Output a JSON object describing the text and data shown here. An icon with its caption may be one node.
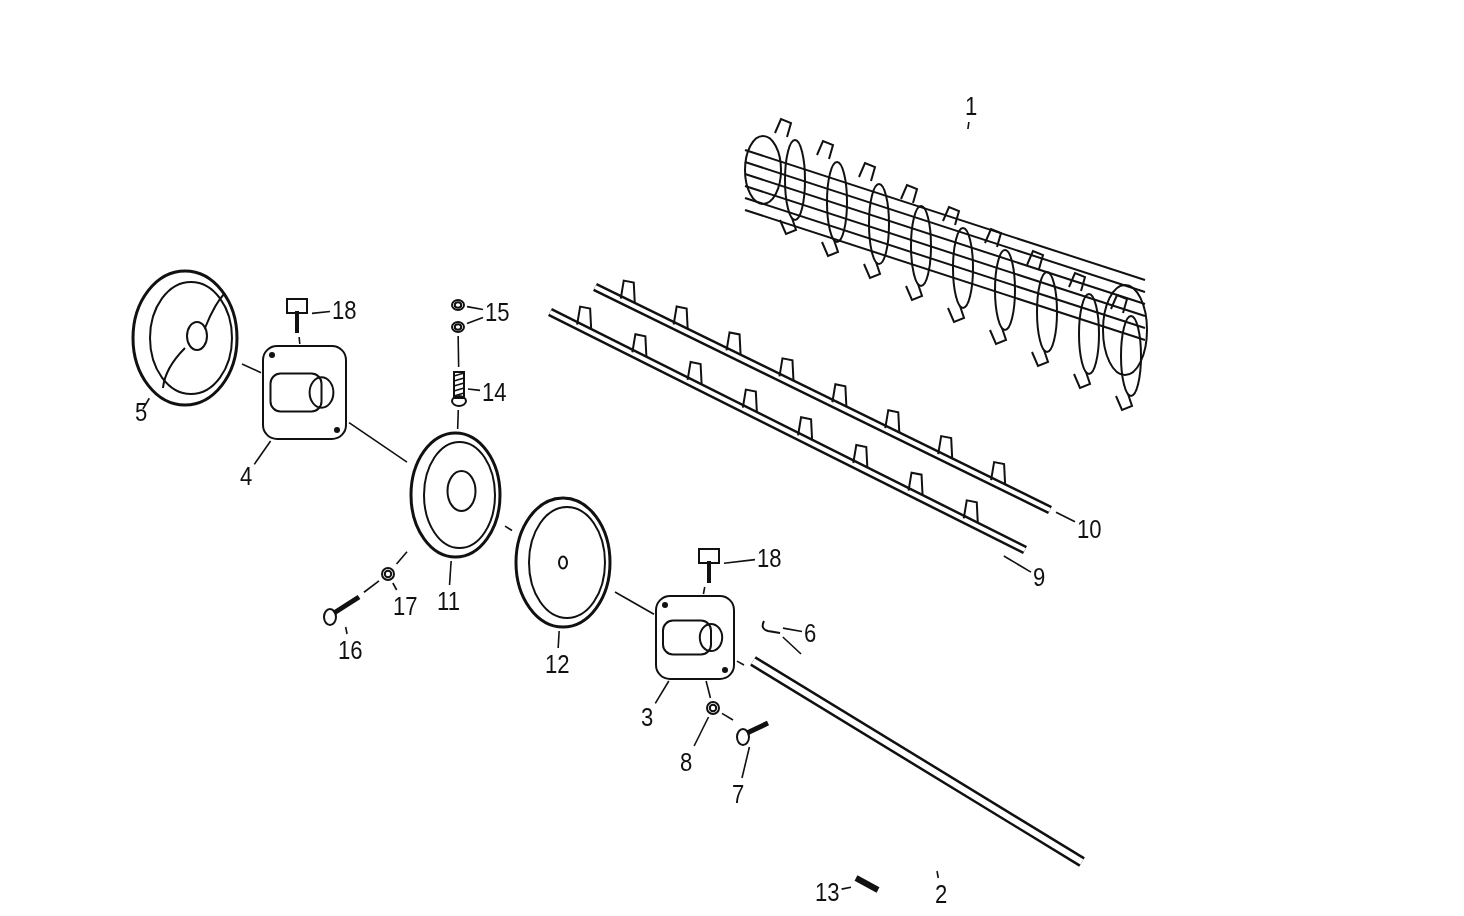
{
  "diagram": {
    "nodes": [
      {
        "text": [
          "1"
        ]
      },
      {
        "text": [
          "18"
        ]
      },
      {
        "text": [
          "15"
        ]
      },
      {
        "text": [
          "14"
        ]
      },
      {
        "text": [
          "5"
        ]
      },
      {
        "text": [
          "4"
        ]
      },
      {
        "text": [
          "10"
        ]
      },
      {
        "text": [
          "11"
        ]
      },
      {
        "text": [
          "17"
        ]
      },
      {
        "text": [
          "16"
        ]
      },
      {
        "text": [
          "18"
        ]
      },
      {
        "text": [
          "9"
        ]
      },
      {
        "text": [
          "6"
        ]
      },
      {
        "text": [
          "12"
        ]
      },
      {
        "text": [
          "3"
        ]
      },
      {
        "text": [
          "8"
        ]
      },
      {
        "text": [
          "7"
        ]
      },
      {
        "text": [
          "13"
        ]
      },
      {
        "text": [
          "2"
        ]
      },
      {
        "text": [],
        "shape": "picture"
      },
      {
        "text": [],
        "shape": "picture"
      },
      {
        "text": [],
        "shape": "picture"
      },
      {
        "text": [],
        "shape": "picture"
      },
      {
        "text": [],
        "shape": "picture"
      },
      {
        "text": [],
        "shape": "picture"
      },
      {
        "text": [],
        "shape": "picture"
      },
      {
        "text": [],
        "shape": "picture"
      },
      {
        "text": [],
        "shape": "picture"
      },
      {
        "text": [],
        "shape": "picture"
      },
      {
        "text": [],
        "shape": "picture"
      },
      {
        "text": [],
        "shape": "picture"
      },
      {
        "text": [],
        "shape": "picture"
      },
      {
        "text": [],
        "shape": "picture"
      },
      {
        "text": [],
        "shape": "picture"
      },
      {
        "text": [],
        "shape": "picture"
      },
      {
        "text": [],
        "shape": "picture"
      },
      {
        "text": [],
        "shape": "picture"
      },
      {
        "text": [],
        "shape": "picture"
      },
      {
        "text": [],
        "shape": "picture"
      }
    ],
    "edges": [
      {
        "from": 0,
        "to": 19,
        "arrow": "none"
      },
      {
        "from": 1,
        "to": 20,
        "arrow": "none"
      },
      {
        "from": 2,
        "to": 21,
        "arrow": "none"
      },
      {
        "from": 2,
        "to": 22,
        "arrow": "none"
      },
      {
        "from": 3,
        "to": 23,
        "arrow": "none"
      },
      {
        "from": 4,
        "to": 24,
        "arrow": "none"
      },
      {
        "from": 5,
        "to": 25,
        "arrow": "none"
      },
      {
        "from": 6,
        "to": 26,
        "arrow": "none"
      },
      {
        "from": 7,
        "to": 27,
        "arrow": "none"
      },
      {
        "from": 8,
        "to": 28,
        "arrow": "none"
      },
      {
        "from": 9,
        "to": 29,
        "arrow": "none"
      },
      {
        "from": 10,
        "to": 30,
        "arrow": "none"
      },
      {
        "from": 11,
        "to": 31,
        "arrow": "none"
      },
      {
        "from": 12,
        "to": 32,
        "arrow": "none"
      },
      {
        "from": 13,
        "to": 33,
        "arrow": "none"
      },
      {
        "from": 14,
        "to": 34,
        "arrow": "none"
      },
      {
        "from": 15,
        "to": 35,
        "arrow": "none"
      },
      {
        "from": 16,
        "to": 36,
        "arrow": "none"
      },
      {
        "from": 17,
        "to": 37,
        "arrow": "none"
      },
      {
        "from": 18,
        "to": 38,
        "arrow": "none"
      },
      {
        "from": 24,
        "to": 25,
        "arrow": "none"
      },
      {
        "from": 25,
        "to": 27,
        "arrow": "none"
      },
      {
        "from": 27,
        "to": 33,
        "arrow": "none"
      },
      {
        "from": 33,
        "to": 34,
        "arrow": "none"
      },
      {
        "from": 34,
        "to": 38,
        "arrow": "none"
      },
      {
        "from": 23,
        "to": 27,
        "arrow": "none"
      },
      {
        "from": 22,
        "to": 23,
        "arrow": "none"
      },
      {
        "from": 20,
        "to": 25,
        "arrow": "none"
      },
      {
        "from": 30,
        "to": 34,
        "arrow": "none"
      },
      {
        "from": 28,
        "to": 27,
        "arrow": "none"
      },
      {
        "from": 29,
        "to": 28,
        "arrow": "none"
      },
      {
        "from": 35,
        "to": 34,
        "arrow": "none"
      },
      {
        "from": 36,
        "to": 35,
        "arrow": "none"
      },
      {
        "from": 32,
        "to": 38,
        "arrow": "none"
      }
    ]
  }
}
